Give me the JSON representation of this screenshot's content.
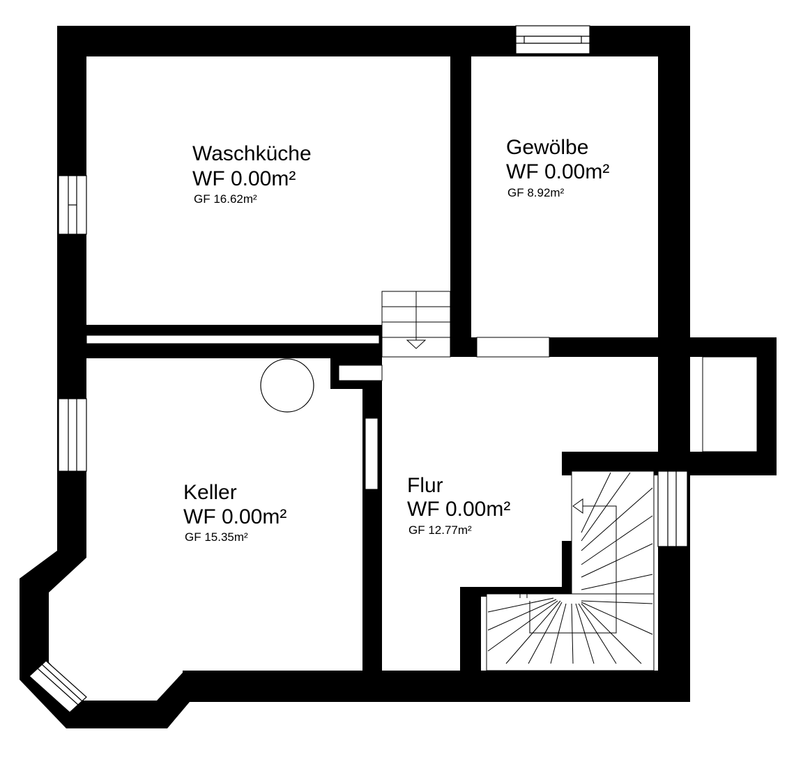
{
  "rooms": [
    {
      "id": "waschkueche",
      "name": "Waschküche",
      "wf": "WF 0.00m²",
      "gf": "GF 16.62m²"
    },
    {
      "id": "gewoelbe",
      "name": "Gewölbe",
      "wf": "WF 0.00m²",
      "gf": "GF 8.92m²"
    },
    {
      "id": "keller",
      "name": "Keller",
      "wf": "WF 0.00m²",
      "gf": "GF 15.35m²"
    },
    {
      "id": "flur",
      "name": "Flur",
      "wf": "WF 0.00m²",
      "gf": "GF 12.77m²"
    }
  ],
  "colors": {
    "wall": "#000000",
    "background": "#ffffff",
    "line": "#000000"
  }
}
